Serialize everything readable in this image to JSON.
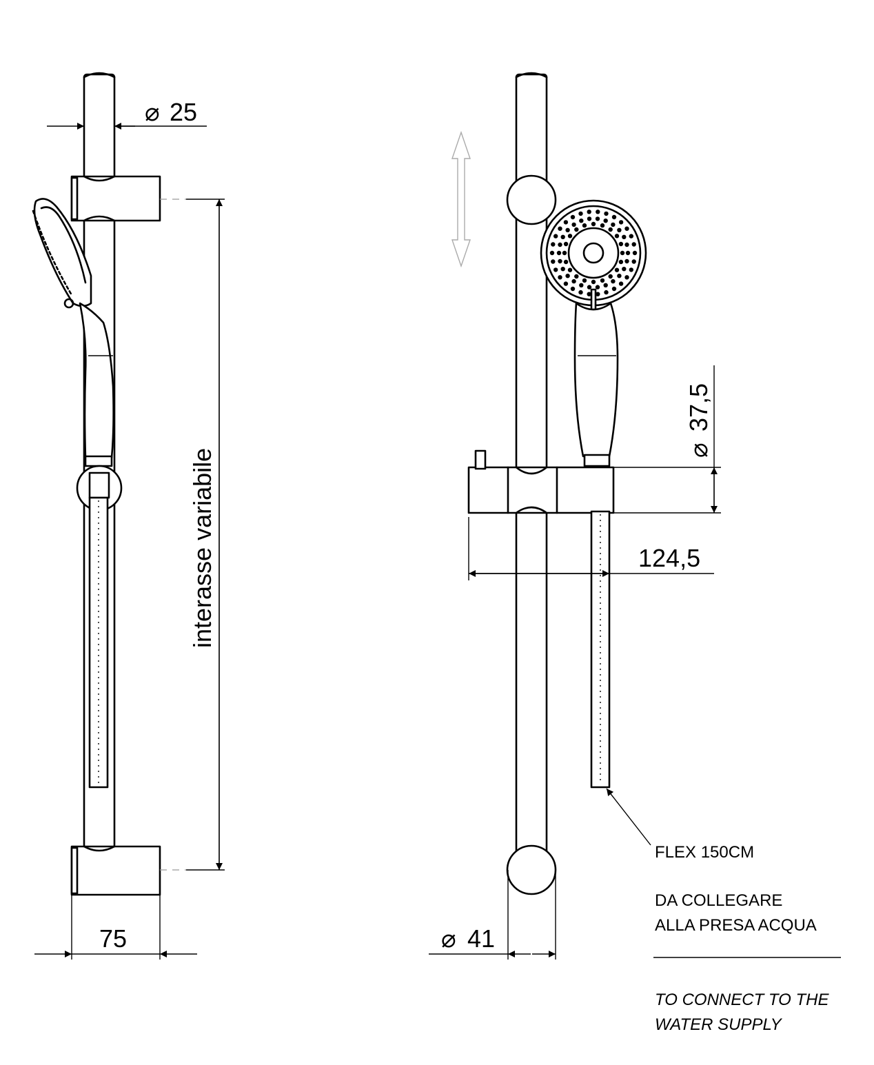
{
  "dimensions": {
    "bar_diameter": "25",
    "slider_width": "75",
    "interaxis_label": "interasse variabile",
    "handle_diameter": "37,5",
    "projection": "124,5",
    "support_diameter": "41"
  },
  "notes": {
    "flex": "FLEX 150CM",
    "connect_it_line1": "DA COLLEGARE",
    "connect_it_line2": "ALLA PRESA ACQUA",
    "connect_en_line1": "TO CONNECT TO THE",
    "connect_en_line2": "WATER SUPPLY"
  },
  "symbols": {
    "diameter": "⌀"
  },
  "colors": {
    "line": "#000000",
    "guide": "#aaaaaa"
  }
}
